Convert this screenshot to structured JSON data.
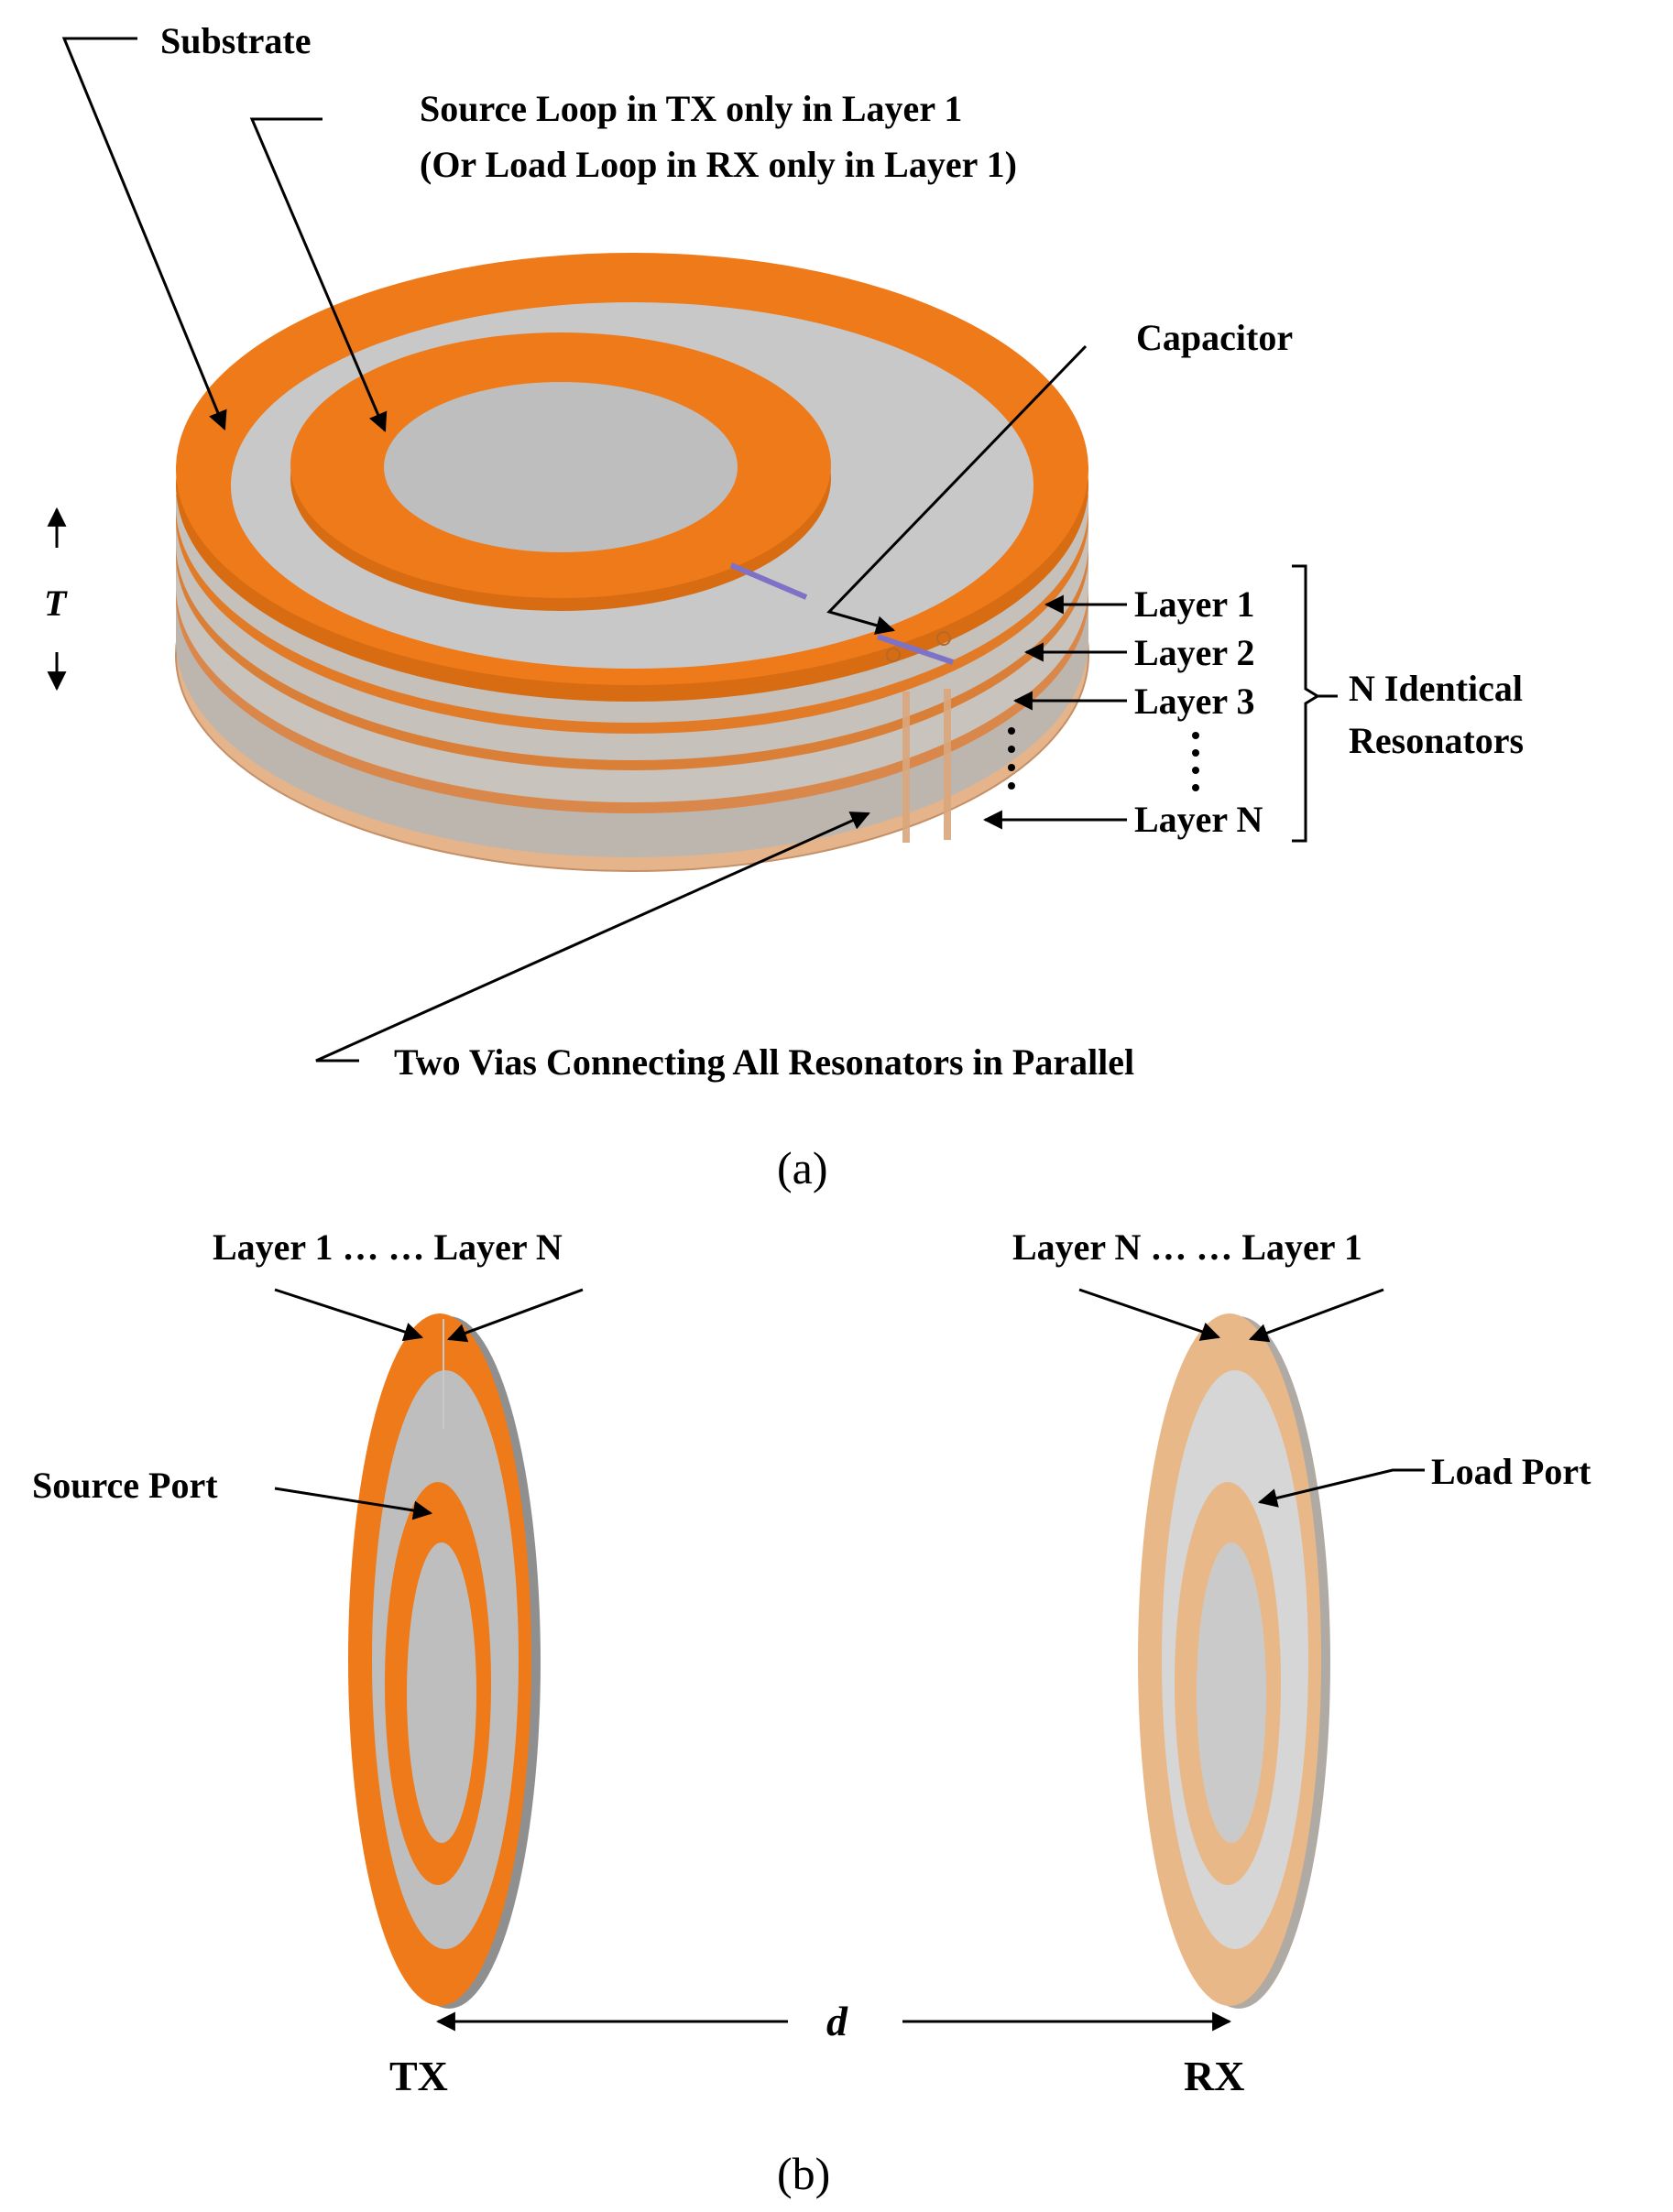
{
  "panel_a": {
    "caption": "(a)",
    "labels": {
      "substrate": "Substrate",
      "source_loop_line1": "Source Loop in TX only in Layer 1",
      "source_loop_line2": "(Or Load Loop in RX only in Layer 1)",
      "capacitor": "Capacitor",
      "thickness": "T",
      "layer1": "Layer 1",
      "layer2": "Layer 2",
      "layer3": "Layer 3",
      "layer_n": "Layer N",
      "identical_line1": "N Identical",
      "identical_line2": "Resonators",
      "vias": "Two Vias Connecting All Resonators in Parallel"
    }
  },
  "panel_b": {
    "caption": "(b)",
    "labels": {
      "tx_layers": "Layer 1 … … Layer N",
      "rx_layers": "Layer N … … Layer 1",
      "source_port": "Source Port",
      "load_port": "Load Port",
      "distance": "d",
      "tx": "TX",
      "rx": "RX"
    }
  },
  "colors": {
    "copper": "#EE7A1A",
    "copper_light": "#E9B889",
    "substrate": "#C8C8C8",
    "substrate_edge": "#B8B2AC",
    "inner_gray": "#BEBEBE"
  }
}
